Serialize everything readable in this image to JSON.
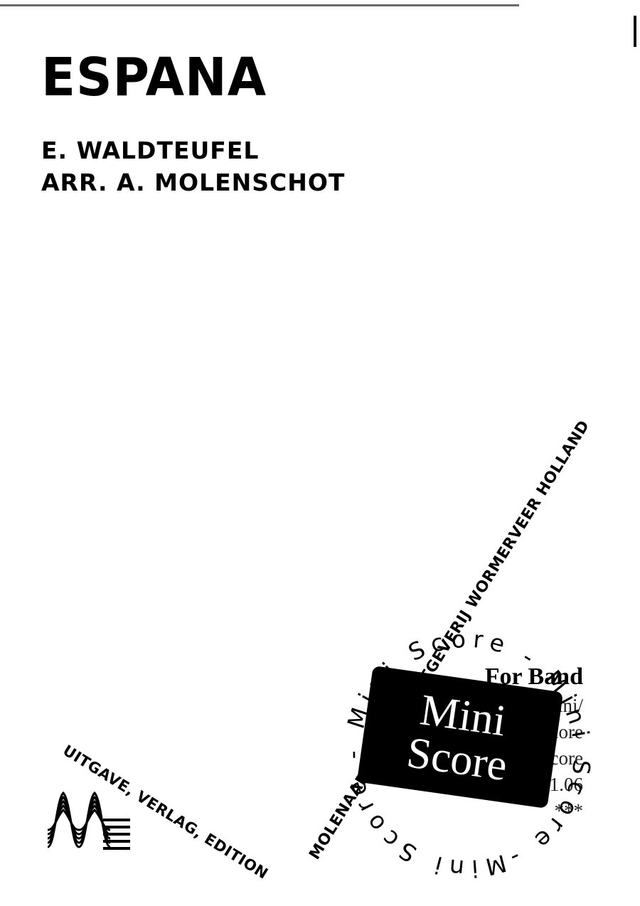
{
  "cover": {
    "title": "ESPANA",
    "composer": "E. WALDTEUFEL",
    "arranger": "ARR. A. MOLENSCHOT"
  },
  "publisher": {
    "diagonal_text": "MOLENAAR'S MUZIEKUITGEVERIJ WORMERVEER HOLLAND",
    "caption": "UITGAVE, VERLAG, EDITION",
    "logo_icon": "molenaar-wave-m-logo"
  },
  "product_info": {
    "band": "For Band",
    "lines": [
      "Mini/",
      "Score",
      "Conductor Score",
      "03.0601.06",
      "***"
    ]
  },
  "seal": {
    "ring_text": "Mini Score - Mini Score - Mini Score - ",
    "badge_line1": "Mini",
    "badge_line2": "Score",
    "colors": {
      "ink": "#000000",
      "paper": "#ffffff"
    }
  }
}
